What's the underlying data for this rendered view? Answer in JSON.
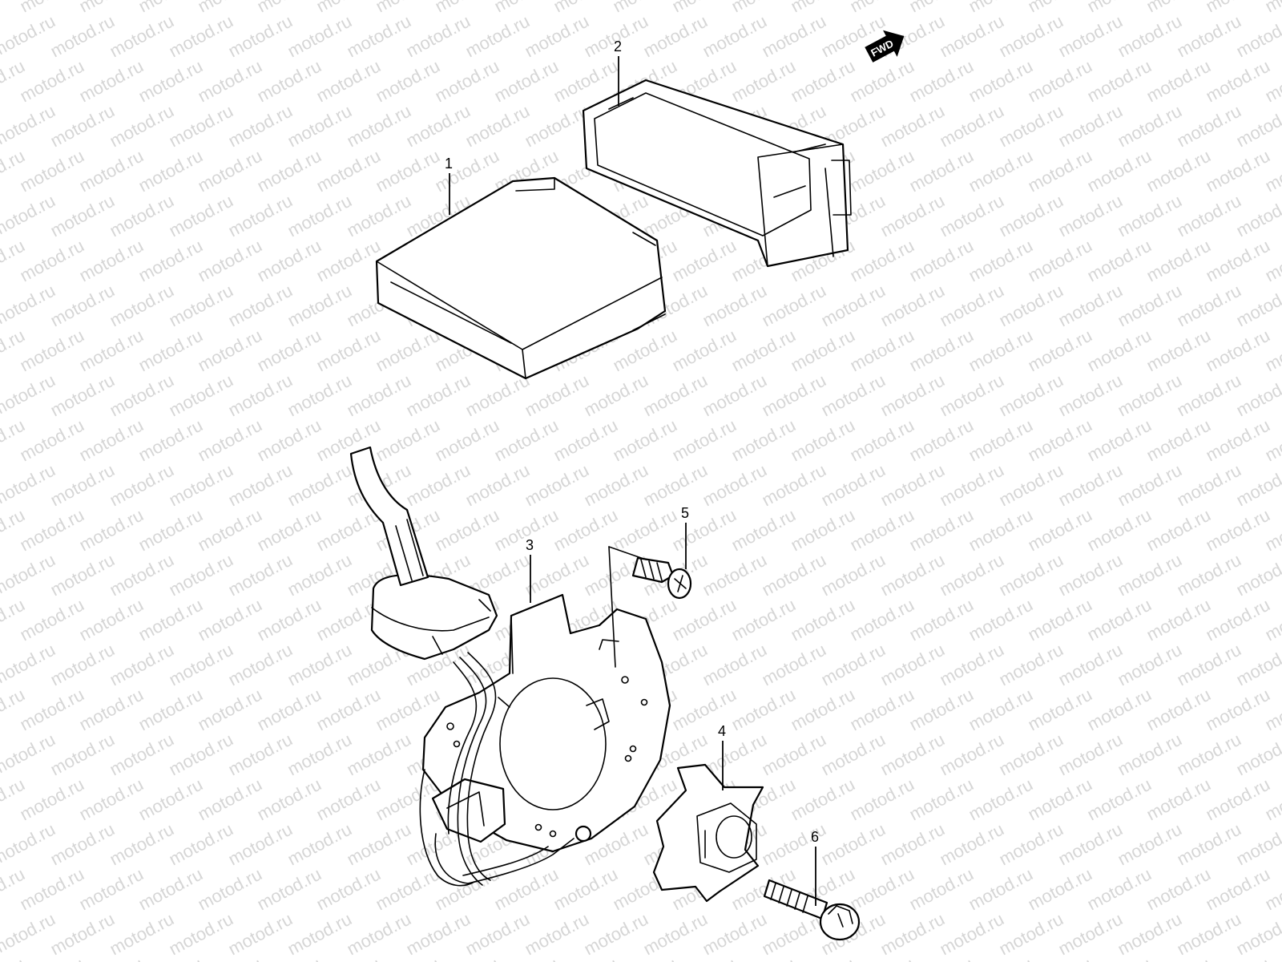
{
  "watermark": {
    "text": "motod.ru"
  },
  "direction_marker": {
    "label": "FWD"
  },
  "callouts": {
    "c1": "1",
    "c2": "2",
    "c3": "3",
    "c4": "4",
    "c5": "5",
    "c6": "6"
  }
}
